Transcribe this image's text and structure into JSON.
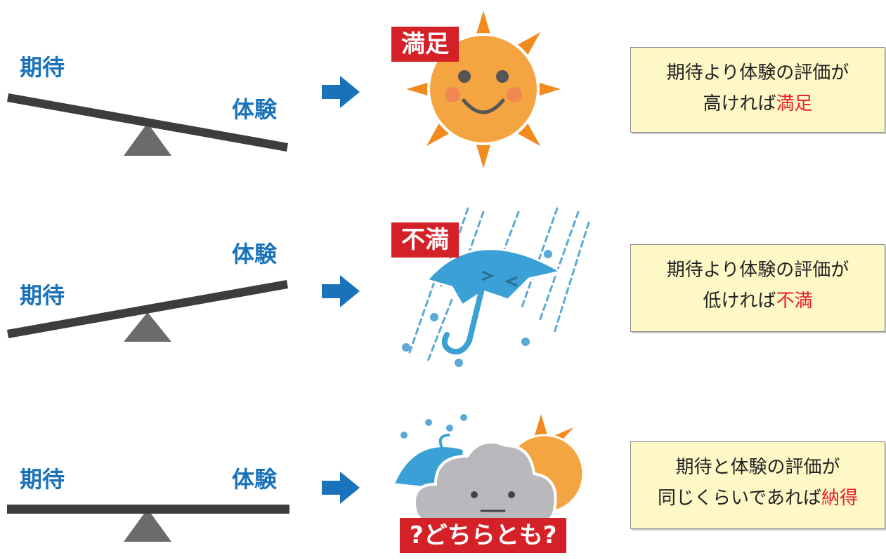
{
  "colors": {
    "label_blue": "#1a73ba",
    "beam": "#3d3d3d",
    "fulcrum": "#6b6b6b",
    "arrow": "#1a73ba",
    "tag_red": "#d42128",
    "box_bg": "#fdf8c6",
    "accent_red": "#e8202a"
  },
  "rows": [
    {
      "left_label": "期待",
      "right_label": "体験",
      "icon": "sun-face-icon",
      "tag": "満足",
      "line1": "期待より体験の評価が",
      "line2_prefix": "高ければ",
      "line2_accent": "満足"
    },
    {
      "left_label": "期待",
      "right_label": "体験",
      "icon": "umbrella-rain-icon",
      "tag": "不満",
      "line1": "期待より体験の評価が",
      "line2_prefix": "低ければ",
      "line2_accent": "不満"
    },
    {
      "left_label": "期待",
      "right_label": "体験",
      "icon": "cloud-umbrella-sun-icon",
      "tag": "?どちらとも?",
      "line1": "期待と体験の評価が",
      "line2_prefix": "同じくらいであれば",
      "line2_accent": "納得"
    }
  ]
}
